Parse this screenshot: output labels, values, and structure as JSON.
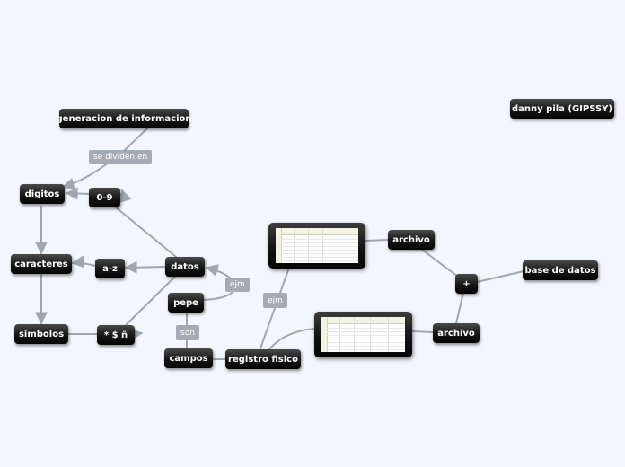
{
  "nodes": {
    "title": "danny pila (GIPSSY)",
    "generacion": "generacion de informacion",
    "digitos": "digitos",
    "cero_nueve": "0-9",
    "caracteres": "caracteres",
    "a_z": "a-z",
    "datos": "datos",
    "simbolos": "simbolos",
    "simbolos_ej": "* $ ñ",
    "pepe": "pepe",
    "campos": "campos",
    "registro": "registro fisico",
    "archivo_top": "archivo",
    "archivo_bottom": "archivo",
    "mas": "+",
    "base_datos": "base de datos"
  },
  "labels": {
    "se_dividen": "se dividen en",
    "ejm_datos": "ejm",
    "ejm_registro": "ejm",
    "son": "son"
  },
  "images": {
    "table_top": "table-thumbnail",
    "table_bottom": "table-thumbnail"
  },
  "colors": {
    "background": "#f4f6fd",
    "node": "#151515",
    "connector": "#a0a6b0",
    "label": "#a5abb5"
  }
}
